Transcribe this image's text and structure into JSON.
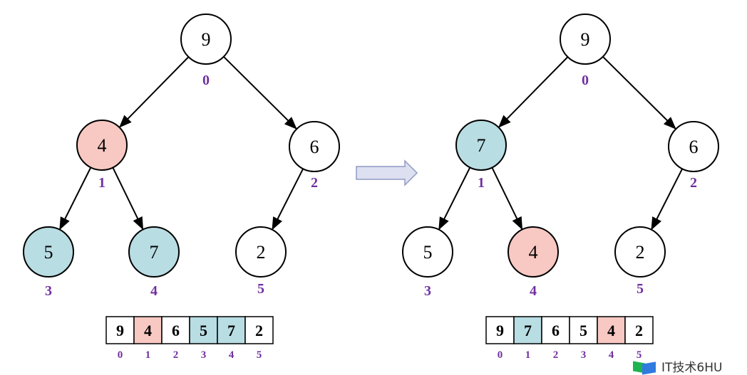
{
  "colors": {
    "highlight_pink": "#f8c8c3",
    "highlight_blue": "#b8dde3",
    "index": "#7030a0",
    "arrow_fill": "#dde0f0",
    "arrow_stroke": "#8f9ac4"
  },
  "diagrams": [
    {
      "nodes": [
        {
          "value": "9",
          "index": "0",
          "highlight": "none"
        },
        {
          "value": "4",
          "index": "1",
          "highlight": "pink"
        },
        {
          "value": "6",
          "index": "2",
          "highlight": "none"
        },
        {
          "value": "5",
          "index": "3",
          "highlight": "blue"
        },
        {
          "value": "7",
          "index": "4",
          "highlight": "blue"
        },
        {
          "value": "2",
          "index": "5",
          "highlight": "none"
        }
      ],
      "edges": [
        [
          0,
          1
        ],
        [
          0,
          2
        ],
        [
          1,
          3
        ],
        [
          1,
          4
        ],
        [
          2,
          5
        ]
      ],
      "array": [
        {
          "value": "9",
          "index": "0",
          "highlight": "none"
        },
        {
          "value": "4",
          "index": "1",
          "highlight": "pink"
        },
        {
          "value": "6",
          "index": "2",
          "highlight": "none"
        },
        {
          "value": "5",
          "index": "3",
          "highlight": "blue"
        },
        {
          "value": "7",
          "index": "4",
          "highlight": "blue"
        },
        {
          "value": "2",
          "index": "5",
          "highlight": "none"
        }
      ]
    },
    {
      "nodes": [
        {
          "value": "9",
          "index": "0",
          "highlight": "none"
        },
        {
          "value": "7",
          "index": "1",
          "highlight": "blue"
        },
        {
          "value": "6",
          "index": "2",
          "highlight": "none"
        },
        {
          "value": "5",
          "index": "3",
          "highlight": "none"
        },
        {
          "value": "4",
          "index": "4",
          "highlight": "pink"
        },
        {
          "value": "2",
          "index": "5",
          "highlight": "none"
        }
      ],
      "edges": [
        [
          0,
          1
        ],
        [
          0,
          2
        ],
        [
          1,
          3
        ],
        [
          1,
          4
        ],
        [
          2,
          5
        ]
      ],
      "array": [
        {
          "value": "9",
          "index": "0",
          "highlight": "none"
        },
        {
          "value": "7",
          "index": "1",
          "highlight": "blue"
        },
        {
          "value": "6",
          "index": "2",
          "highlight": "none"
        },
        {
          "value": "5",
          "index": "3",
          "highlight": "none"
        },
        {
          "value": "4",
          "index": "4",
          "highlight": "pink"
        },
        {
          "value": "2",
          "index": "5",
          "highlight": "none"
        }
      ]
    }
  ],
  "watermark": {
    "text": "IT技术6HU"
  }
}
